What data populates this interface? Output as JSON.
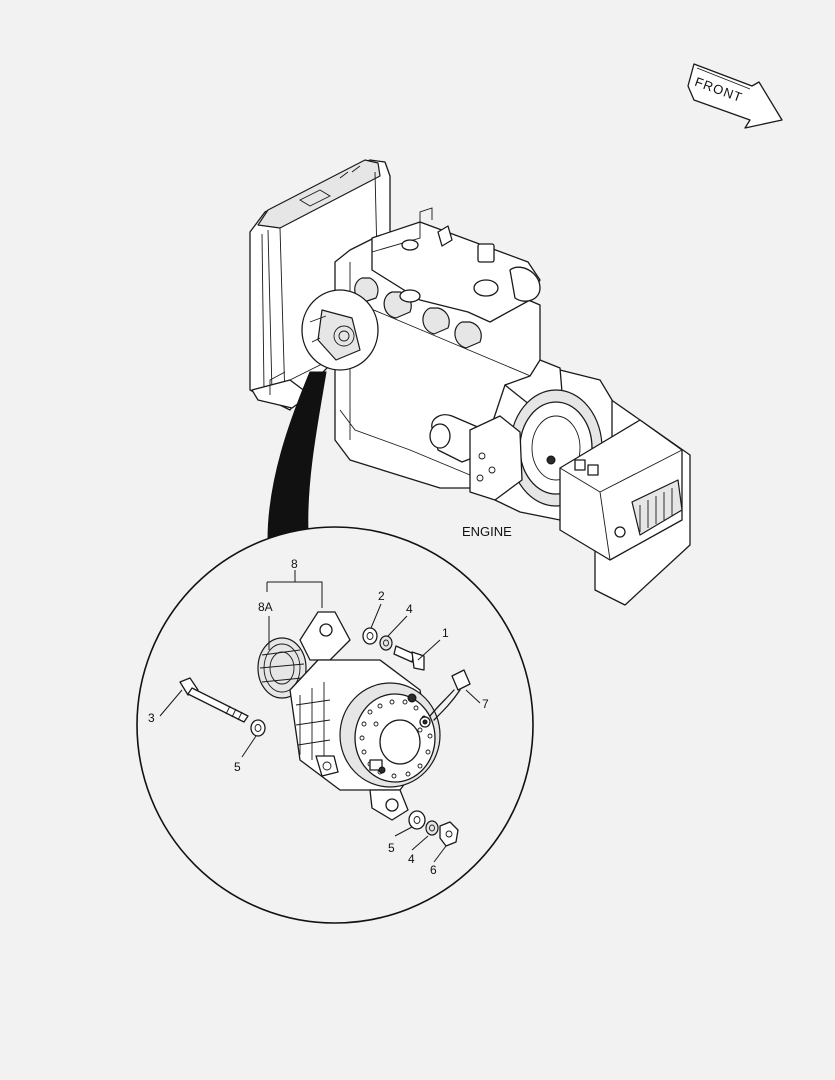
{
  "direction": {
    "text": "FRONT"
  },
  "engine": {
    "label": "ENGINE"
  },
  "callouts": [
    {
      "id": "c-8",
      "text": "8"
    },
    {
      "id": "c-8a",
      "text": "8A"
    },
    {
      "id": "c-2",
      "text": "2"
    },
    {
      "id": "c-4a",
      "text": "4"
    },
    {
      "id": "c-1",
      "text": "1"
    },
    {
      "id": "c-7",
      "text": "7"
    },
    {
      "id": "c-3",
      "text": "3"
    },
    {
      "id": "c-5a",
      "text": "5"
    },
    {
      "id": "c-5b",
      "text": "5"
    },
    {
      "id": "c-4b",
      "text": "4"
    },
    {
      "id": "c-6",
      "text": "6"
    }
  ]
}
